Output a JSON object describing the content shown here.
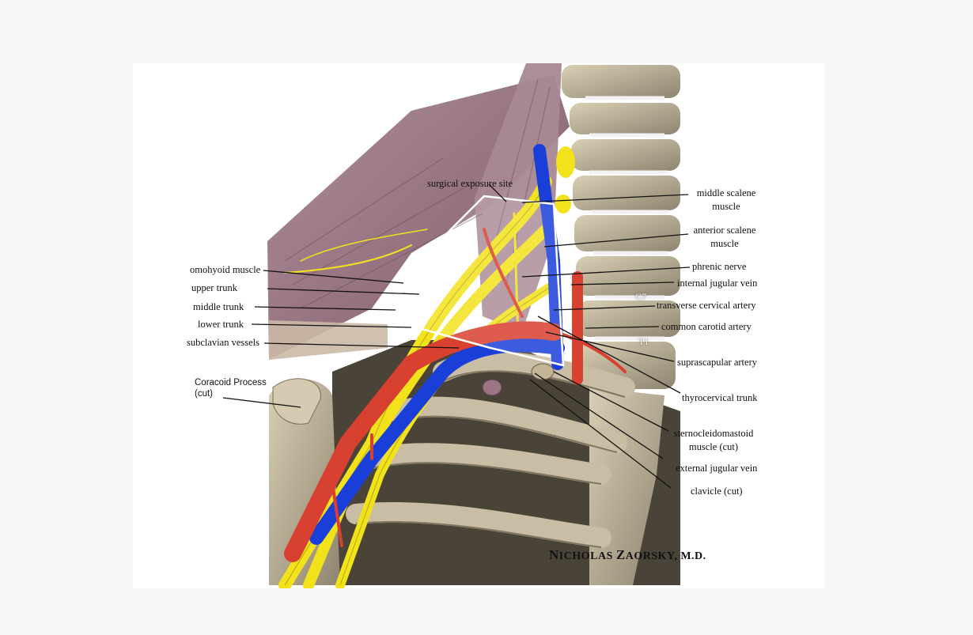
{
  "figure": {
    "colors": {
      "artery": "#d8402f",
      "vein": "#1a3fd9",
      "nerve": "#f2e21c",
      "muscle": "#9c7584",
      "bone": "#cbbd9c",
      "background": "#f9f8f6",
      "panel": "#ffffff"
    },
    "labels": {
      "surgical_exposure_site": "surgical exposure site",
      "omohyoid_muscle": "omohyoid muscle",
      "upper_trunk": "upper trunk",
      "middle_trunk": "middle trunk",
      "lower_trunk": "lower trunk",
      "subclavian_vessels": "subclavian vessels",
      "coracoid_line1": "Coracoid Process",
      "coracoid_line2": "(cut)",
      "middle_scalene_line1": "middle scalene",
      "middle_scalene_line2": "muscle",
      "anterior_scalene_line1": "anterior scalene",
      "anterior_scalene_line2": "muscle",
      "phrenic_nerve": "phrenic nerve",
      "internal_jugular_vein": "internal jugular vein",
      "transverse_cervical_artery": "transverse cervical artery",
      "common_carotid_artery": "common carotid artery",
      "suprascapular_artery": "suprascapular artery",
      "thyrocervical_trunk": "thyrocervical trunk",
      "sternocleidomastoid_line1": "sternocleidomastoid",
      "sternocleidomastoid_line2": "muscle (cut)",
      "external_jugular_vein": "external jugular vein",
      "clavicle": "clavicle (cut)",
      "c7": "C7",
      "t1": "T1"
    },
    "signature": {
      "first_initial": "N",
      "first_rest": "ICHOLAS",
      "last_initial": "Z",
      "last_rest": "AORSKY, M.D."
    }
  }
}
